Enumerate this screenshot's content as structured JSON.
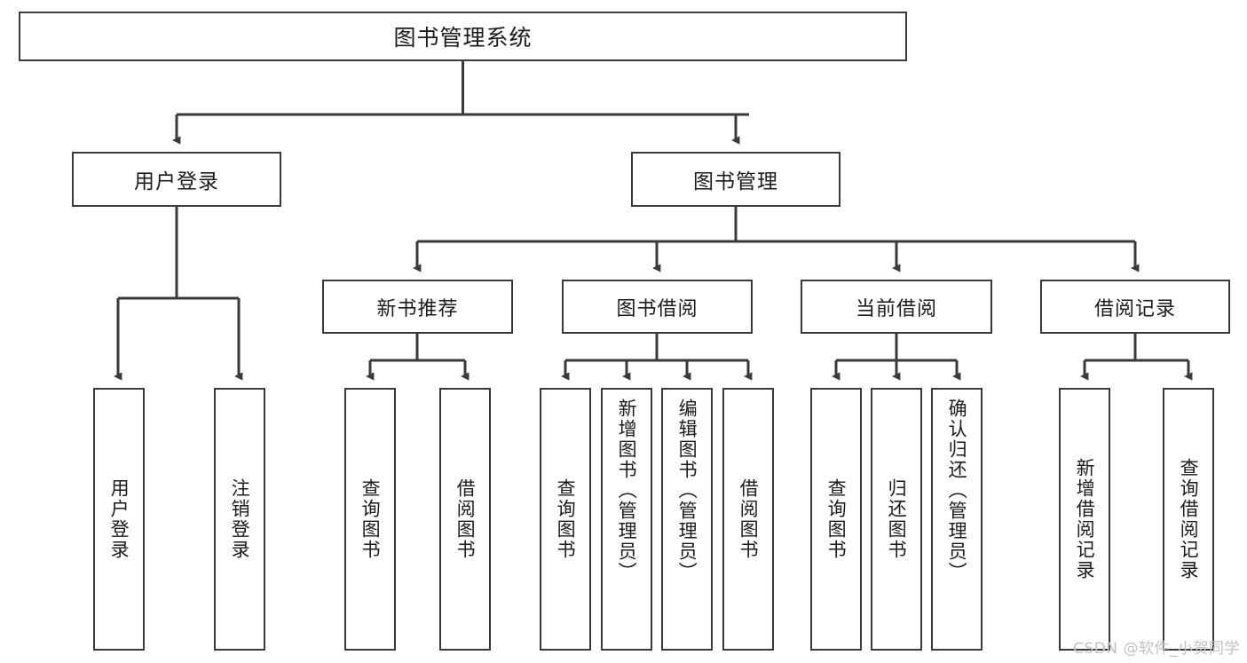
{
  "diagram": {
    "title": "图书管理系统",
    "type": "tree-hierarchy",
    "watermark": "CSDN @软件_小贺同学",
    "colors": {
      "box_border": "#3a3a3a",
      "box_fill": "#ffffff",
      "edge": "#3a3a3a",
      "text": "#1b1b1b",
      "watermark": "#c2c2c2",
      "background": "#ffffff"
    }
  },
  "nodes": {
    "root": {
      "label": "图书管理系统"
    },
    "level2": [
      {
        "label": "用户登录"
      },
      {
        "label": "图书管理"
      }
    ],
    "level3": [
      {
        "label": "新书推荐"
      },
      {
        "label": "图书借阅"
      },
      {
        "label": "当前借阅"
      },
      {
        "label": "借阅记录"
      }
    ],
    "leaves": {
      "user_login": [
        {
          "label": "用户登录"
        },
        {
          "label": "注销登录"
        }
      ],
      "new_book_recommend": [
        {
          "label": "查询图书"
        },
        {
          "label": "借阅图书"
        }
      ],
      "book_borrow": [
        {
          "label": "查询图书"
        },
        {
          "label": "新增图书（管理员）"
        },
        {
          "label": "编辑图书（管理员）"
        },
        {
          "label": "借阅图书"
        }
      ],
      "current_borrow": [
        {
          "label": "查询图书"
        },
        {
          "label": "归还图书"
        },
        {
          "label": "确认归还（管理员）"
        }
      ],
      "borrow_record": [
        {
          "label": "新增借阅记录"
        },
        {
          "label": "查询借阅记录"
        }
      ]
    }
  }
}
